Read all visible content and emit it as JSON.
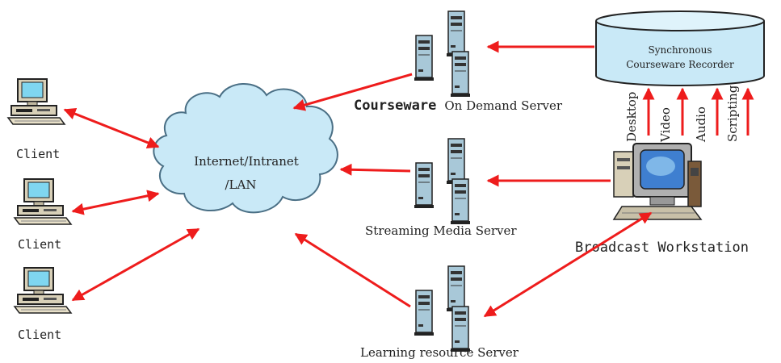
{
  "cloud": {
    "line1": "Internet/Intranet",
    "line2": "/LAN",
    "fill": "#c9e9f7",
    "stroke": "#4a6f85"
  },
  "clients": [
    {
      "label": "Client"
    },
    {
      "label": "Client"
    },
    {
      "label": "Client"
    }
  ],
  "servers": {
    "on_demand": {
      "bold_part": "Courseware",
      "rest": "On Demand Server"
    },
    "streaming": {
      "label": "Streaming Media Server"
    },
    "learning": {
      "label": "Learning resource Server"
    }
  },
  "recorder": {
    "line1": "Synchronous",
    "line2": "Courseware Recorder",
    "fill": "#c9e9f7"
  },
  "workstation": {
    "label": "Broadcast Workstation"
  },
  "inputs": [
    "Desktop",
    "Video",
    "Audio",
    "Scripting"
  ],
  "colors": {
    "arrow": "#ee1c1c",
    "server_body": "#a8c8d8",
    "monitor_frame": "#b0b0b0",
    "screen": "#7fb7e8"
  },
  "icons": [
    "computer-icon",
    "server-icon",
    "cloud-icon",
    "database-cylinder-icon",
    "workstation-icon"
  ]
}
